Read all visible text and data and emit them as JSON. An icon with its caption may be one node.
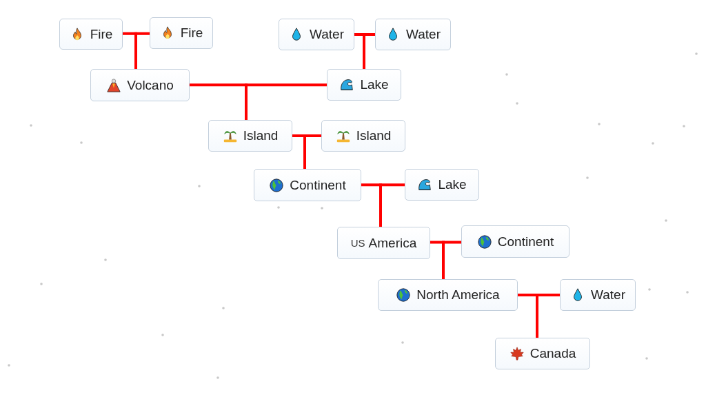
{
  "diagram": {
    "nodes": [
      {
        "text": [
          "Fire"
        ]
      },
      {
        "text": [
          "Fire"
        ]
      },
      {
        "text": [
          "Water"
        ]
      },
      {
        "text": [
          "Water"
        ]
      },
      {
        "text": [
          "Volcano"
        ]
      },
      {
        "text": [
          "Lake"
        ]
      },
      {
        "text": [
          "Island"
        ]
      },
      {
        "text": [
          "Island"
        ]
      },
      {
        "text": [
          "Continent"
        ]
      },
      {
        "text": [
          "Lake"
        ]
      },
      {
        "text": [
          "US",
          "America"
        ]
      },
      {
        "text": [
          "Continent"
        ]
      },
      {
        "text": [
          "North America"
        ]
      },
      {
        "text": [
          "Water"
        ]
      },
      {
        "text": [
          "Canada"
        ]
      }
    ],
    "edges": [
      {
        "from": 0,
        "to": 4,
        "arrow": "none"
      },
      {
        "from": 1,
        "to": 4,
        "arrow": "none"
      },
      {
        "from": 2,
        "to": 5,
        "arrow": "none"
      },
      {
        "from": 3,
        "to": 5,
        "arrow": "none"
      },
      {
        "from": 4,
        "to": 6,
        "arrow": "none"
      },
      {
        "from": 5,
        "to": 6,
        "arrow": "none"
      },
      {
        "from": 6,
        "to": 8,
        "arrow": "none"
      },
      {
        "from": 7,
        "to": 8,
        "arrow": "none"
      },
      {
        "from": 8,
        "to": 10,
        "arrow": "none"
      },
      {
        "from": 9,
        "to": 10,
        "arrow": "none"
      },
      {
        "from": 10,
        "to": 12,
        "arrow": "none"
      },
      {
        "from": 11,
        "to": 12,
        "arrow": "none"
      },
      {
        "from": 12,
        "to": 14,
        "arrow": "none"
      },
      {
        "from": 13,
        "to": 14,
        "arrow": "none"
      }
    ]
  }
}
